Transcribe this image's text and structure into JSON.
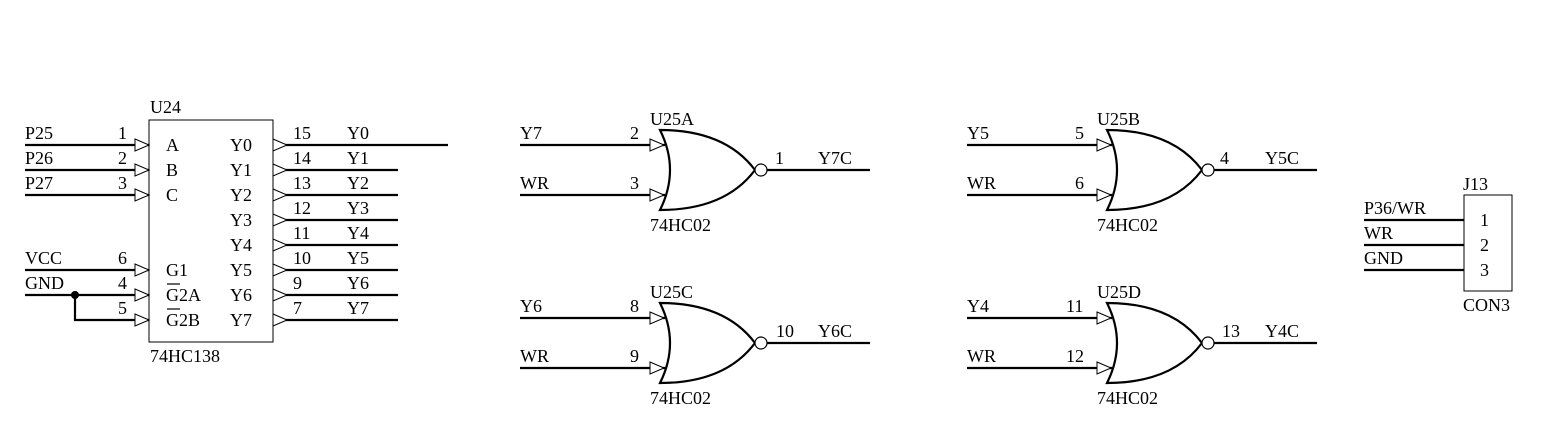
{
  "decoder": {
    "ref": "U24",
    "part": "74HC138",
    "inputs": [
      {
        "net": "P25",
        "pin": "1",
        "label": "A",
        "overbar": false
      },
      {
        "net": "P26",
        "pin": "2",
        "label": "B",
        "overbar": false
      },
      {
        "net": "P27",
        "pin": "3",
        "label": "C",
        "overbar": false
      }
    ],
    "enables": [
      {
        "net": "VCC",
        "pin": "6",
        "label": "G1",
        "overbar": false
      },
      {
        "net": "GND",
        "pin": "4",
        "label": "G2A",
        "overbar": true
      },
      {
        "net": "",
        "pin": "5",
        "label": "G2B",
        "overbar": true
      }
    ],
    "outputs": [
      {
        "label": "Y0",
        "pin": "15",
        "net": "Y0"
      },
      {
        "label": "Y1",
        "pin": "14",
        "net": "Y1"
      },
      {
        "label": "Y2",
        "pin": "13",
        "net": "Y2"
      },
      {
        "label": "Y3",
        "pin": "12",
        "net": "Y3"
      },
      {
        "label": "Y4",
        "pin": "11",
        "net": "Y4"
      },
      {
        "label": "Y5",
        "pin": "10",
        "net": "Y5"
      },
      {
        "label": "Y6",
        "pin": "9",
        "net": "Y6"
      },
      {
        "label": "Y7",
        "pin": "7",
        "net": "Y7"
      }
    ]
  },
  "gates": [
    {
      "ref": "U25A",
      "part": "74HC02",
      "in1": {
        "net": "Y7",
        "pin": "2"
      },
      "in2": {
        "net": "WR",
        "pin": "3"
      },
      "out": {
        "pin": "1",
        "net": "Y7C"
      }
    },
    {
      "ref": "U25B",
      "part": "74HC02",
      "in1": {
        "net": "Y5",
        "pin": "5"
      },
      "in2": {
        "net": "WR",
        "pin": "6"
      },
      "out": {
        "pin": "4",
        "net": "Y5C"
      }
    },
    {
      "ref": "U25C",
      "part": "74HC02",
      "in1": {
        "net": "Y6",
        "pin": "8"
      },
      "in2": {
        "net": "WR",
        "pin": "9"
      },
      "out": {
        "pin": "10",
        "net": "Y6C"
      }
    },
    {
      "ref": "U25D",
      "part": "74HC02",
      "in1": {
        "net": "Y4",
        "pin": "11"
      },
      "in2": {
        "net": "WR",
        "pin": "12"
      },
      "out": {
        "pin": "13",
        "net": "Y4C"
      }
    }
  ],
  "connector": {
    "ref": "J13",
    "part": "CON3",
    "pins": [
      {
        "net": "P36/WR",
        "pin": "1"
      },
      {
        "net": "WR",
        "pin": "2"
      },
      {
        "net": "GND",
        "pin": "3"
      }
    ]
  }
}
